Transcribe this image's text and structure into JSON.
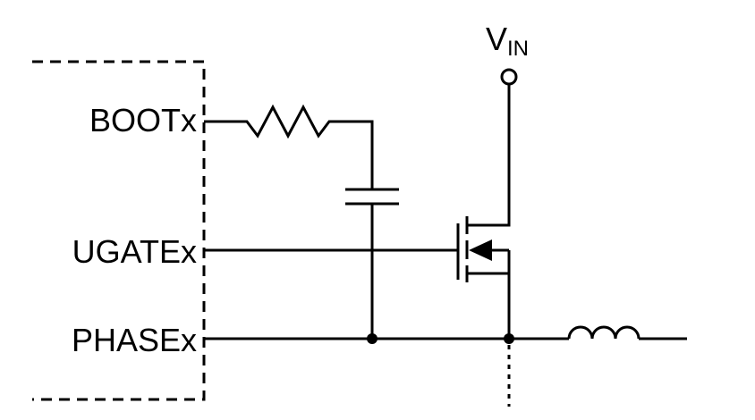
{
  "pins": {
    "boot": "BOOTx",
    "ugate": "UGATEx",
    "phase": "PHASEx"
  },
  "supply": {
    "main": "V",
    "subscript": "IN"
  }
}
